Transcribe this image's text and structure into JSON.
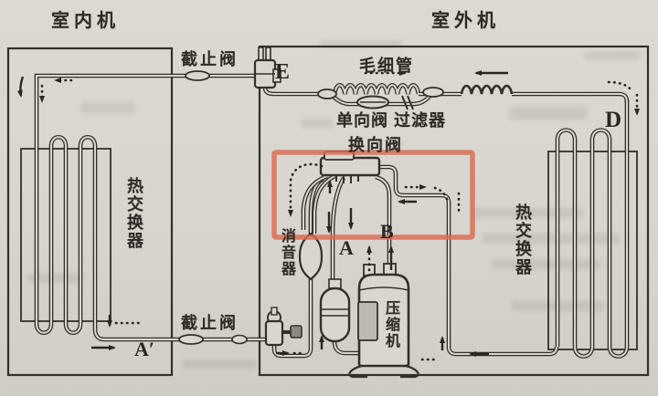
{
  "units": {
    "indoor_title": "室内机",
    "outdoor_title": "室外机"
  },
  "labels": {
    "stop_valve_top": "截止阀",
    "stop_valve_bottom": "截止阀",
    "capillary_tube": "毛细管",
    "check_valve_filter": "单向阀 过滤器",
    "reversing_valve": "换向阀",
    "indoor_heat_exchanger": "热交换器",
    "outdoor_heat_exchanger": "热交换器",
    "muffler": "消音器",
    "compressor": "压缩机"
  },
  "points": {
    "e": "E",
    "d": "D",
    "a": "A",
    "b": "B",
    "a_prime": "A′"
  },
  "colors": {
    "paper": "#d9d6cf",
    "ink": "#33302b",
    "highlight": "#dc6a4f"
  }
}
